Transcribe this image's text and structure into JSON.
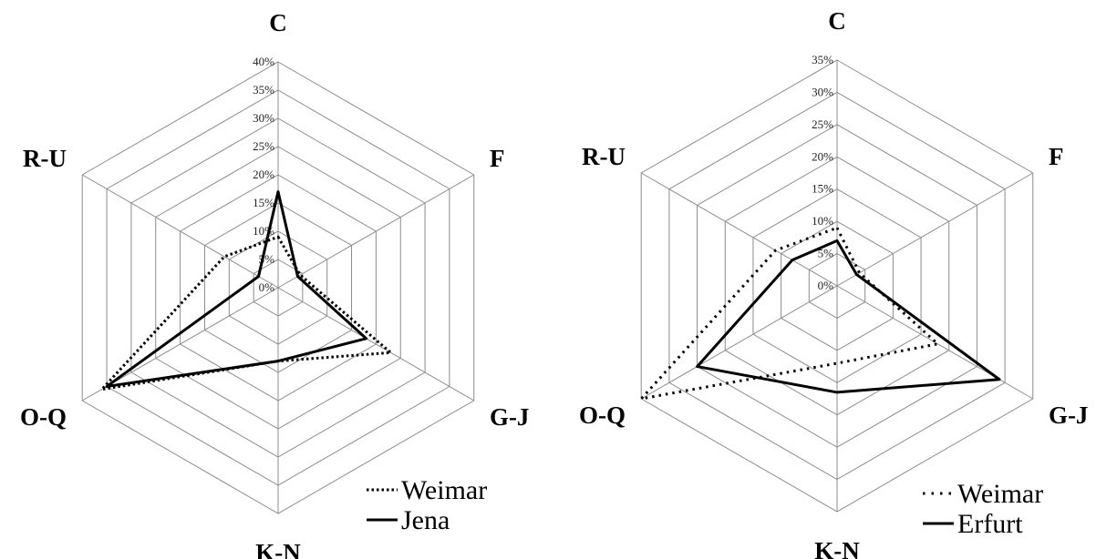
{
  "chart_data": [
    {
      "type": "radar",
      "axes": [
        "C",
        "F",
        "G-J",
        "K-N",
        "O-Q",
        "R-U"
      ],
      "rlim": [
        0,
        40
      ],
      "ticks": [
        "0%",
        "5%",
        "10%",
        "15%",
        "20%",
        "25%",
        "30%",
        "35%",
        "40%"
      ],
      "grid": true,
      "legend_position": "bottom-right",
      "series": [
        {
          "name": "Weimar",
          "style": "dotted",
          "values": [
            9,
            4.5,
            23,
            13,
            36,
            11
          ]
        },
        {
          "name": "Jena",
          "style": "solid",
          "values": [
            17,
            4,
            18,
            13,
            35,
            4
          ]
        }
      ]
    },
    {
      "type": "radar",
      "axes": [
        "C",
        "F",
        "G-J",
        "K-N",
        "O-Q",
        "R-U"
      ],
      "rlim": [
        0,
        35
      ],
      "ticks": [
        "0%",
        "5%",
        "10%",
        "15%",
        "20%",
        "25%",
        "30%",
        "35%"
      ],
      "grid": true,
      "legend_position": "bottom-right",
      "series": [
        {
          "name": "Weimar",
          "style": "dotted",
          "values": [
            9,
            4,
            18,
            12,
            35,
            11
          ]
        },
        {
          "name": "Erfurt",
          "style": "solid",
          "values": [
            7,
            3.5,
            29,
            16.5,
            25,
            8
          ]
        }
      ]
    }
  ]
}
